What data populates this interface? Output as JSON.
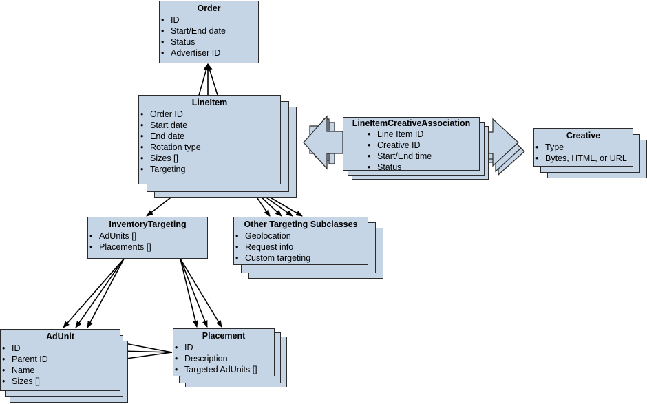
{
  "diagram": {
    "order": {
      "title": "Order",
      "fields": [
        "ID",
        "Start/End date",
        "Status",
        "Advertiser ID"
      ]
    },
    "lineitem": {
      "title": "LineItem",
      "fields": [
        "Order ID",
        "Start date",
        "End date",
        "Rotation type",
        "Sizes []",
        "Targeting"
      ]
    },
    "association": {
      "title": "LineItemCreativeAssociation",
      "fields": [
        "Line Item ID",
        "Creative ID",
        "Start/End time",
        "Status"
      ]
    },
    "creative": {
      "title": "Creative",
      "fields": [
        "Type",
        "Bytes, HTML, or URL"
      ]
    },
    "inventory_targeting": {
      "title": "InventoryTargeting",
      "fields": [
        "AdUnits []",
        "Placements []"
      ]
    },
    "other_targeting": {
      "title": "Other Targeting Subclasses",
      "fields": [
        "Geolocation",
        "Request info",
        "Custom targeting"
      ]
    },
    "adunit": {
      "title": "AdUnit",
      "fields": [
        "ID",
        "Parent ID",
        "Name",
        "Sizes []"
      ]
    },
    "placement": {
      "title": "Placement",
      "fields": [
        "ID",
        "Description",
        "Targeted AdUnits []"
      ]
    }
  }
}
